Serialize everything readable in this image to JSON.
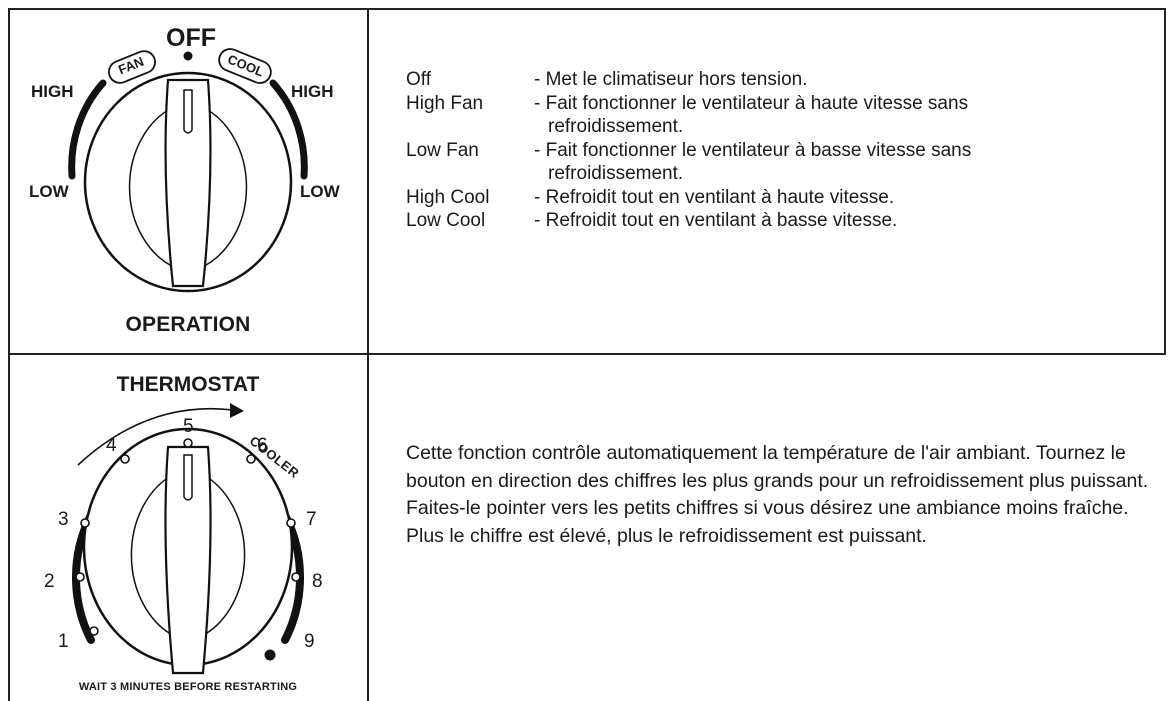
{
  "operation": {
    "dial_labels": {
      "off": "OFF",
      "high_left": "HIGH",
      "high_right": "HIGH",
      "low_left": "LOW",
      "low_right": "LOW",
      "fan": "FAN",
      "cool": "COOL"
    },
    "caption": "OPERATION",
    "definitions": [
      {
        "term": "Off",
        "desc": "- Met le climatiseur hors tension.",
        "cont": ""
      },
      {
        "term": "High Fan",
        "desc": "- Fait fonctionner le ventilateur à haute vitesse sans",
        "cont": "refroidissement."
      },
      {
        "term": "Low Fan",
        "desc": "- Fait fonctionner le ventilateur à basse vitesse sans",
        "cont": "refroidissement."
      },
      {
        "term": "High Cool",
        "desc": "- Refroidit tout en ventilant à haute vitesse.",
        "cont": ""
      },
      {
        "term": "Low Cool",
        "desc": "- Refroidit tout en ventilant à basse vitesse.",
        "cont": ""
      }
    ]
  },
  "thermostat": {
    "title": "THERMOSTAT",
    "cooler": "COOLER",
    "numbers": [
      "1",
      "2",
      "3",
      "4",
      "5",
      "6",
      "7",
      "8",
      "9"
    ],
    "footer": "WAIT 3 MINUTES BEFORE RESTARTING",
    "description": "Cette fonction contrôle automatiquement la température de l'air ambiant. Tournez le bouton en direction des chiffres les plus grands pour un refroidissement plus puissant. Faites-le pointer vers les petits chiffres si vous désirez une ambiance moins fraîche. Plus le chiffre est élevé, plus le refroidissement est puissant."
  }
}
